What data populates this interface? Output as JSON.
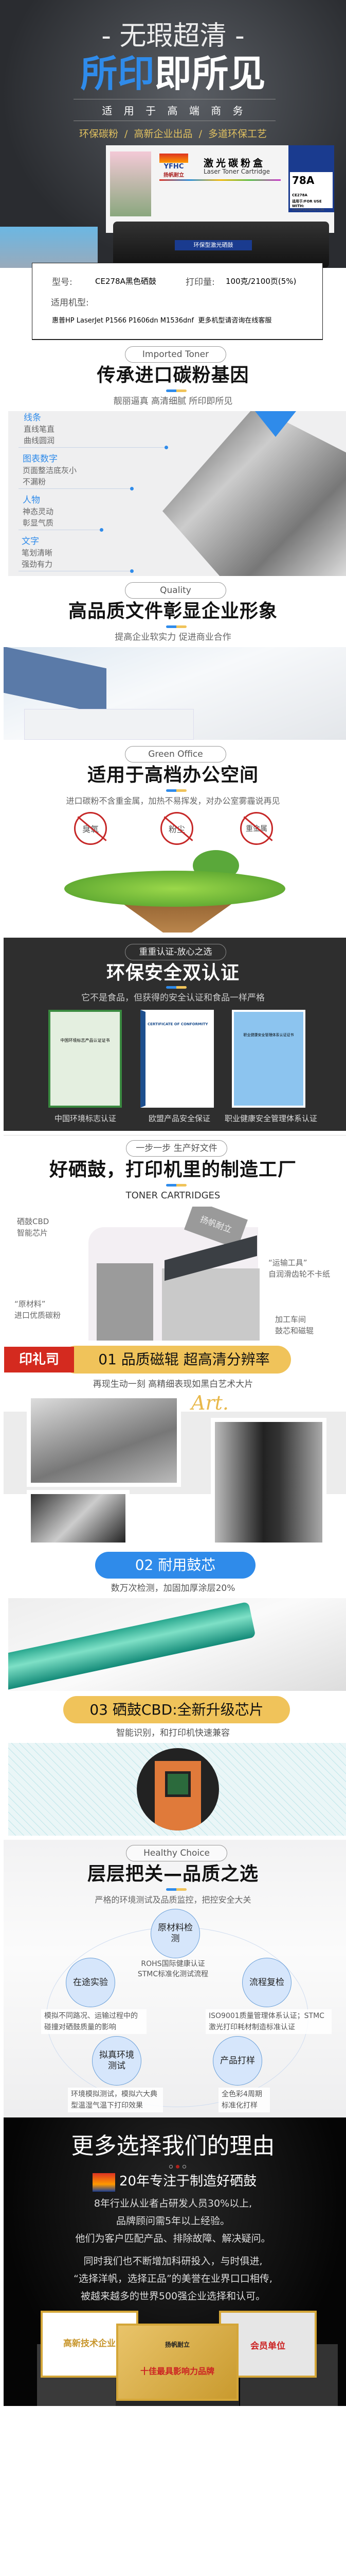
{
  "hero": {
    "title_top": "- 无瑕超清 -",
    "title_blue": "所印",
    "title_white": "即所见",
    "tagline": "适 用 于 高 端 商 务",
    "features": "环保碳粉  /  高新企业出品  /  多道环保工艺",
    "box": {
      "brand": "YFHC",
      "brand_cn": "扬帆耐立",
      "name_cn": "激光碳粉盒",
      "name_en": "Laser Toner Cartridge",
      "model": "78A",
      "model_code": "CE278A",
      "for_use": "适用于/FOR USE WITH:",
      "printers": "1566/P1606DN/1536",
      "label_strip": "环保型激光硒鼓"
    }
  },
  "spec": {
    "model_label": "型号:",
    "model_value": "CE278A黑色硒鼓",
    "yield_label": "打印量:",
    "yield_value": "100克/2100页(5%)",
    "compat_label": "适用机型:",
    "compat_value": "惠普HP LaserJet P1566 P1606dn M1536dnf  更多机型请咨询在线客服"
  },
  "imported": {
    "badge": "Imported Toner",
    "title": "传承进口碳粉基因",
    "subtitle": "靓丽逼真 高清细腻 所印即所见",
    "items": [
      {
        "label": "线条",
        "desc1": "直线笔直",
        "desc2": "曲线圆润"
      },
      {
        "label": "图表数字",
        "desc1": "页面整洁底灰小",
        "desc2": "不漏粉"
      },
      {
        "label": "人物",
        "desc1": "神态灵动",
        "desc2": "彰显气质"
      },
      {
        "label": "文字",
        "desc1": "笔划清晰",
        "desc2": "强劲有力"
      }
    ]
  },
  "quality": {
    "badge": "Quality",
    "title": "高品质文件彰显企业形象",
    "subtitle": "提高企业软实力 促进商业合作"
  },
  "green": {
    "badge": "Green Office",
    "title": "适用于高档办公空间",
    "subtitle": "进口碳粉不含重金属，加热不易挥发，对办公室雾霾说再见",
    "no_items": [
      "臭氧",
      "粉尘",
      "重金属"
    ]
  },
  "certs": {
    "badge": "重重认证-放心之选",
    "title": "环保安全双认证",
    "subtitle": "它不是食品，但获得的安全认证和食品一样严格",
    "items": [
      {
        "label": "中国环境标志认证",
        "doc": "中国环境标志产品认证证书"
      },
      {
        "label": "欧盟产品安全保证",
        "doc": "CERTIFICATE OF CONFORMITY"
      },
      {
        "label": "职业健康安全管理体系认证",
        "doc": "职业健康安全管理体系认证证书"
      }
    ]
  },
  "factory": {
    "badge": "一步一步 生产好文件",
    "title": "好硒鼓，打印机里的制造工厂",
    "subtitle": "TONER CARTRIDGES",
    "paper_text": "扬帆耐立",
    "labels": [
      {
        "l1": "硒鼓CBD",
        "l2": "智能芯片"
      },
      {
        "l1": "“运输工具”",
        "l2": "自润滑齿轮不卡纸"
      },
      {
        "l1": "“原材料”",
        "l2": "进口优质碳粉"
      },
      {
        "l1": "加工车间",
        "l2": "鼓芯和磁辊"
      }
    ]
  },
  "feature01": {
    "logo": "印礼司",
    "title": "01 品质磁辊 超高清分辨率",
    "subtitle": "再现生动一刻 高精细表现如黑白艺术大片",
    "script": "Art."
  },
  "feature02": {
    "title": "02 耐用鼓芯",
    "subtitle": "数万次检测，加固加厚涂层20%"
  },
  "feature03": {
    "title": "03 硒鼓CBD:全新升级芯片",
    "subtitle": "智能识别，和打印机快速兼容"
  },
  "healthy": {
    "badge": "Healthy Choice",
    "title": "层层把关—品质之选",
    "subtitle": "严格的环境测试及品质监控，把控安全大关",
    "nodes": [
      {
        "name": "原材料检测",
        "caption": "ROHS国际健康认证"
      },
      {
        "name": "在途实验",
        "caption": "模拟不同路况、运输过程中的碰撞对硒鼓质量的影响"
      },
      {
        "name": "流程复检",
        "caption": "ISO9001质量管理体系认证；STMC激光打印耗材制造标准认证"
      },
      {
        "name": "拟真环境测试",
        "caption": "环境模拟测试，模拟六大典型温湿气温下打印效果"
      },
      {
        "name": "产品打样",
        "caption": "全色彩4周期标准化打样"
      }
    ],
    "center_caption": "STMC标准化测试流程"
  },
  "reasons": {
    "title": "更多选择我们的理由",
    "headline": "20年专注于制造好硒鼓",
    "p1": [
      "8年行业从业者占研发人员30%以上,",
      "品牌顾问需5年以上经验。",
      "他们为客户匹配产品、排除故障、解决疑问。"
    ],
    "p2": [
      "同时我们也不断增加科研投入，与时俱进,",
      "“选择洋帆，选择正品”的美誉在业界口口相传,",
      "被越来越多的世界500强企业选择和认可。"
    ],
    "awards": [
      "高新技术企业",
      "十佳最具影响力品牌",
      "会员单位"
    ],
    "award_org": "扬帆耐立"
  },
  "colors": {
    "blue": "#2f8bea",
    "yellow": "#f0c35a",
    "dark": "#2b2b2b",
    "red": "#c62828"
  }
}
